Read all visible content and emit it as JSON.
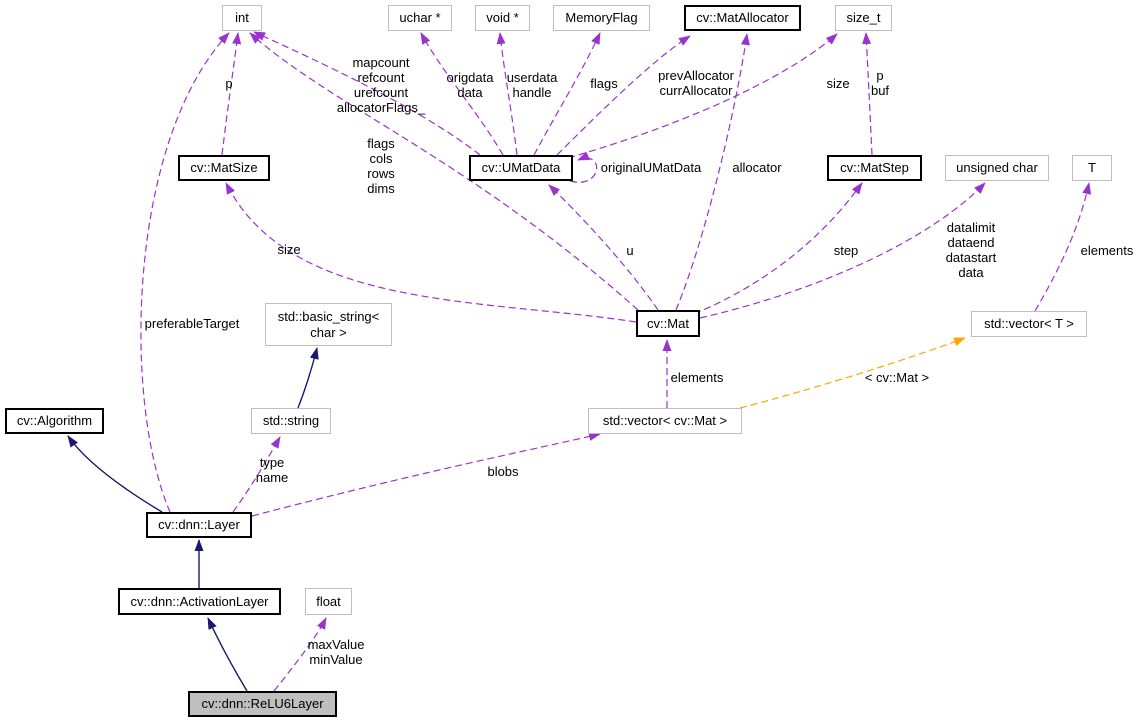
{
  "diagram": {
    "kind": "class-collaboration-diagram",
    "main_class": "cv::dnn::ReLU6Layer"
  },
  "colors": {
    "member_edge": "#9a32cd",
    "inheritance_edge": "#191970",
    "template_edge": "#ffa500",
    "ref_node_border": "#000000",
    "ext_node_border": "#bebebe",
    "main_node_fill": "#bfbfbf",
    "node_fill": "#ffffff"
  },
  "nodes": [
    {
      "id": "int",
      "label": "int",
      "kind": "ext"
    },
    {
      "id": "uchar-ptr",
      "label": "uchar *",
      "kind": "ext"
    },
    {
      "id": "void-ptr",
      "label": "void *",
      "kind": "ext"
    },
    {
      "id": "memoryflag",
      "label": "MemoryFlag",
      "kind": "ext"
    },
    {
      "id": "matallocator",
      "label": "cv::MatAllocator",
      "kind": "ref"
    },
    {
      "id": "size-t",
      "label": "size_t",
      "kind": "ext"
    },
    {
      "id": "matsize",
      "label": "cv::MatSize",
      "kind": "ref"
    },
    {
      "id": "umatdata",
      "label": "cv::UMatData",
      "kind": "ref"
    },
    {
      "id": "matstep",
      "label": "cv::MatStep",
      "kind": "ref"
    },
    {
      "id": "unsigned-char",
      "label": "unsigned char",
      "kind": "ext"
    },
    {
      "id": "t",
      "label": "T",
      "kind": "ext"
    },
    {
      "id": "basic-string",
      "label": "std::basic_string<\nchar >",
      "kind": "ext"
    },
    {
      "id": "mat",
      "label": "cv::Mat",
      "kind": "ref"
    },
    {
      "id": "vector-t",
      "label": "std::vector< T >",
      "kind": "ext"
    },
    {
      "id": "algorithm",
      "label": "cv::Algorithm",
      "kind": "ref"
    },
    {
      "id": "string",
      "label": "std::string",
      "kind": "ext"
    },
    {
      "id": "vector-mat",
      "label": "std::vector< cv::Mat >",
      "kind": "ext"
    },
    {
      "id": "dnn-layer",
      "label": "cv::dnn::Layer",
      "kind": "ref"
    },
    {
      "id": "activationlayer",
      "label": "cv::dnn::ActivationLayer",
      "kind": "ref"
    },
    {
      "id": "float",
      "label": "float",
      "kind": "ext"
    },
    {
      "id": "relu6layer",
      "label": "cv::dnn::ReLU6Layer",
      "kind": "main"
    }
  ],
  "edge_labels": [
    {
      "id": "p-matsize",
      "text": "p"
    },
    {
      "id": "umatdata-ints",
      "text": "mapcount\nrefcount\nurefcount\nallocatorFlags_"
    },
    {
      "id": "origdata",
      "text": "origdata\ndata"
    },
    {
      "id": "userdata",
      "text": "userdata\nhandle"
    },
    {
      "id": "flags-mf",
      "text": "flags"
    },
    {
      "id": "prevcurr",
      "text": "prevAllocator\ncurrAllocator"
    },
    {
      "id": "size-sizet",
      "text": "size"
    },
    {
      "id": "p-buf",
      "text": "p\nbuf"
    },
    {
      "id": "flags-cols",
      "text": "flags\ncols\nrows\ndims"
    },
    {
      "id": "originalumatdata",
      "text": "originalUMatData"
    },
    {
      "id": "allocator",
      "text": "allocator"
    },
    {
      "id": "size-matsize",
      "text": "size"
    },
    {
      "id": "u",
      "text": "u"
    },
    {
      "id": "step",
      "text": "step"
    },
    {
      "id": "data-quad",
      "text": "datalimit\ndataend\ndatastart\ndata"
    },
    {
      "id": "elements-t",
      "text": "elements"
    },
    {
      "id": "elements-mat",
      "text": "elements"
    },
    {
      "id": "template-arg",
      "text": "< cv::Mat >"
    },
    {
      "id": "preferabletarget",
      "text": "preferableTarget"
    },
    {
      "id": "type-name",
      "text": "type\nname"
    },
    {
      "id": "blobs",
      "text": "blobs"
    },
    {
      "id": "max-min-value",
      "text": "maxValue\nminValue"
    }
  ],
  "edges": [
    {
      "from": "cv::dnn::Layer",
      "to": "int",
      "label": "preferableTarget",
      "type": "member"
    },
    {
      "from": "cv::MatSize",
      "to": "int",
      "label": "p",
      "type": "member"
    },
    {
      "from": "cv::Mat",
      "to": "int",
      "label": "flags cols rows dims",
      "type": "member"
    },
    {
      "from": "cv::Mat",
      "to": "cv::MatSize",
      "label": "size",
      "type": "member"
    },
    {
      "from": "cv::Mat",
      "to": "cv::UMatData",
      "label": "u",
      "type": "member"
    },
    {
      "from": "cv::Mat",
      "to": "cv::MatAllocator",
      "label": "allocator",
      "type": "member"
    },
    {
      "from": "cv::Mat",
      "to": "cv::MatStep",
      "label": "step",
      "type": "member"
    },
    {
      "from": "cv::Mat",
      "to": "unsigned char",
      "label": "datalimit dataend datastart data",
      "type": "member"
    },
    {
      "from": "cv::UMatData",
      "to": "int",
      "label": "mapcount refcount urefcount allocatorFlags_",
      "type": "member"
    },
    {
      "from": "cv::UMatData",
      "to": "uchar *",
      "label": "origdata data",
      "type": "member"
    },
    {
      "from": "cv::UMatData",
      "to": "void *",
      "label": "userdata handle",
      "type": "member"
    },
    {
      "from": "cv::UMatData",
      "to": "MemoryFlag",
      "label": "flags",
      "type": "member"
    },
    {
      "from": "cv::UMatData",
      "to": "cv::MatAllocator",
      "label": "prevAllocator currAllocator",
      "type": "member"
    },
    {
      "from": "cv::UMatData",
      "to": "size_t",
      "label": "size",
      "type": "member"
    },
    {
      "from": "cv::UMatData",
      "to": "cv::UMatData",
      "label": "originalUMatData",
      "type": "member"
    },
    {
      "from": "cv::MatStep",
      "to": "size_t",
      "label": "p buf",
      "type": "member"
    },
    {
      "from": "std::vector< T >",
      "to": "T",
      "label": "elements",
      "type": "member"
    },
    {
      "from": "std::vector< cv::Mat >",
      "to": "cv::Mat",
      "label": "elements",
      "type": "member"
    },
    {
      "from": "std::vector< cv::Mat >",
      "to": "std::vector< T >",
      "label": "< cv::Mat >",
      "type": "template"
    },
    {
      "from": "cv::dnn::Layer",
      "to": "cv::Algorithm",
      "label": "",
      "type": "inheritance"
    },
    {
      "from": "cv::dnn::Layer",
      "to": "std::string",
      "label": "type name",
      "type": "member"
    },
    {
      "from": "cv::dnn::Layer",
      "to": "std::vector< cv::Mat >",
      "label": "blobs",
      "type": "member"
    },
    {
      "from": "std::string",
      "to": "std::basic_string< char >",
      "label": "",
      "type": "inheritance"
    },
    {
      "from": "cv::dnn::ActivationLayer",
      "to": "cv::dnn::Layer",
      "label": "",
      "type": "inheritance"
    },
    {
      "from": "cv::dnn::ReLU6Layer",
      "to": "cv::dnn::ActivationLayer",
      "label": "",
      "type": "inheritance"
    },
    {
      "from": "cv::dnn::ReLU6Layer",
      "to": "float",
      "label": "maxValue minValue",
      "type": "member"
    }
  ]
}
